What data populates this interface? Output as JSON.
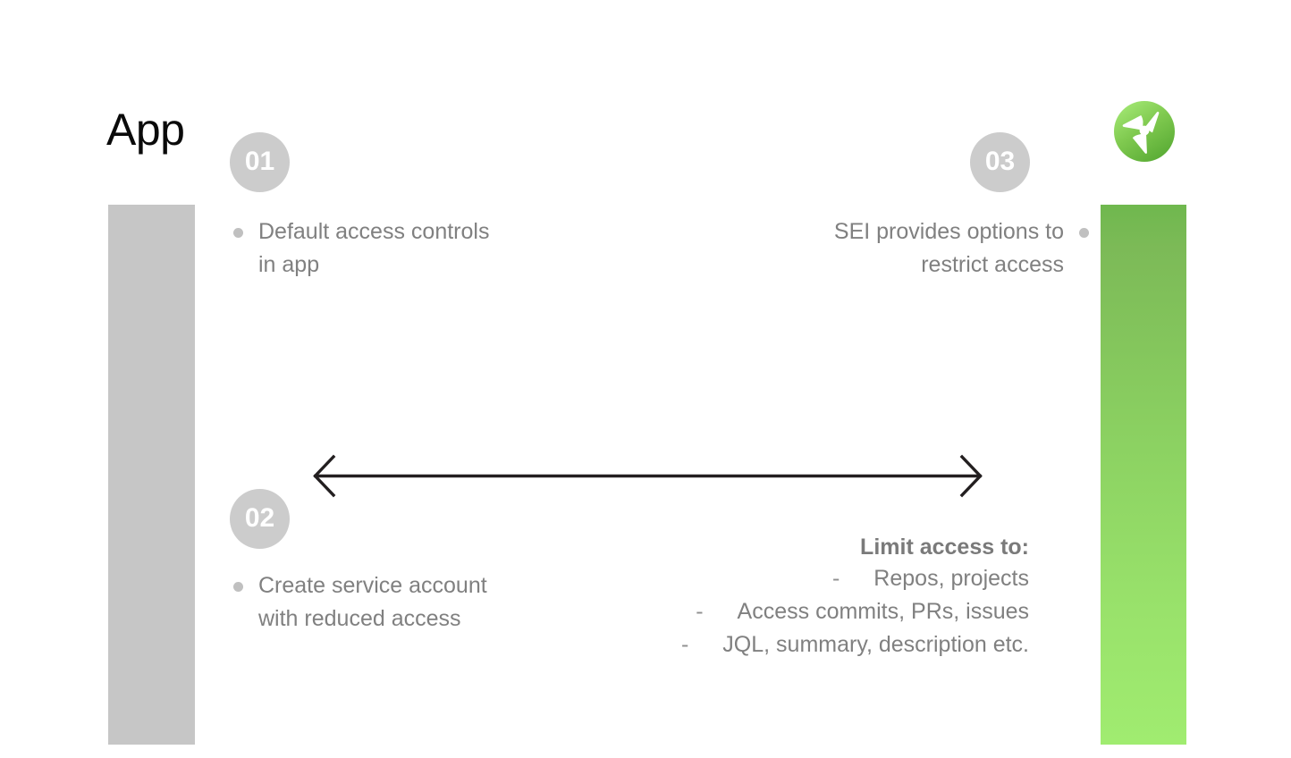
{
  "slide": {
    "title": "App",
    "background_color": "#ffffff"
  },
  "bars": {
    "left_bar": {
      "name": "app-column-bar",
      "color": "#c6c6c6"
    },
    "right_bar": {
      "name": "sei-column-bar",
      "gradient_top": "#6FB84E",
      "gradient_bottom": "#A0EC70"
    }
  },
  "logo": {
    "name": "sei-propeller-logo",
    "circle_color_top": "#9BE26A",
    "circle_color_bottom": "#5FAF3E",
    "blade_color": "#ffffff"
  },
  "steps": [
    {
      "badge": "01",
      "text": "Default access controls in app",
      "align": "left"
    },
    {
      "badge": "02",
      "text": "Create service account with reduced access",
      "align": "left"
    },
    {
      "badge": "03",
      "text": "SEI provides options to restrict access",
      "align": "right"
    }
  ],
  "arrow": {
    "name": "bidirectional-arrow",
    "color": "#231f20",
    "direction": "both"
  },
  "limit_access": {
    "heading": "Limit access to:",
    "dash": "-",
    "items": [
      "Repos, projects",
      "Access commits, PRs, issues",
      "JQL, summary, description etc."
    ]
  },
  "colors": {
    "badge_fill": "#cccccc",
    "badge_text": "#ffffff",
    "body_text": "#808080",
    "heading_text": "#7a7a7a",
    "title_text": "#0a0a0a",
    "bullet_dot": "#c0c0c0"
  }
}
